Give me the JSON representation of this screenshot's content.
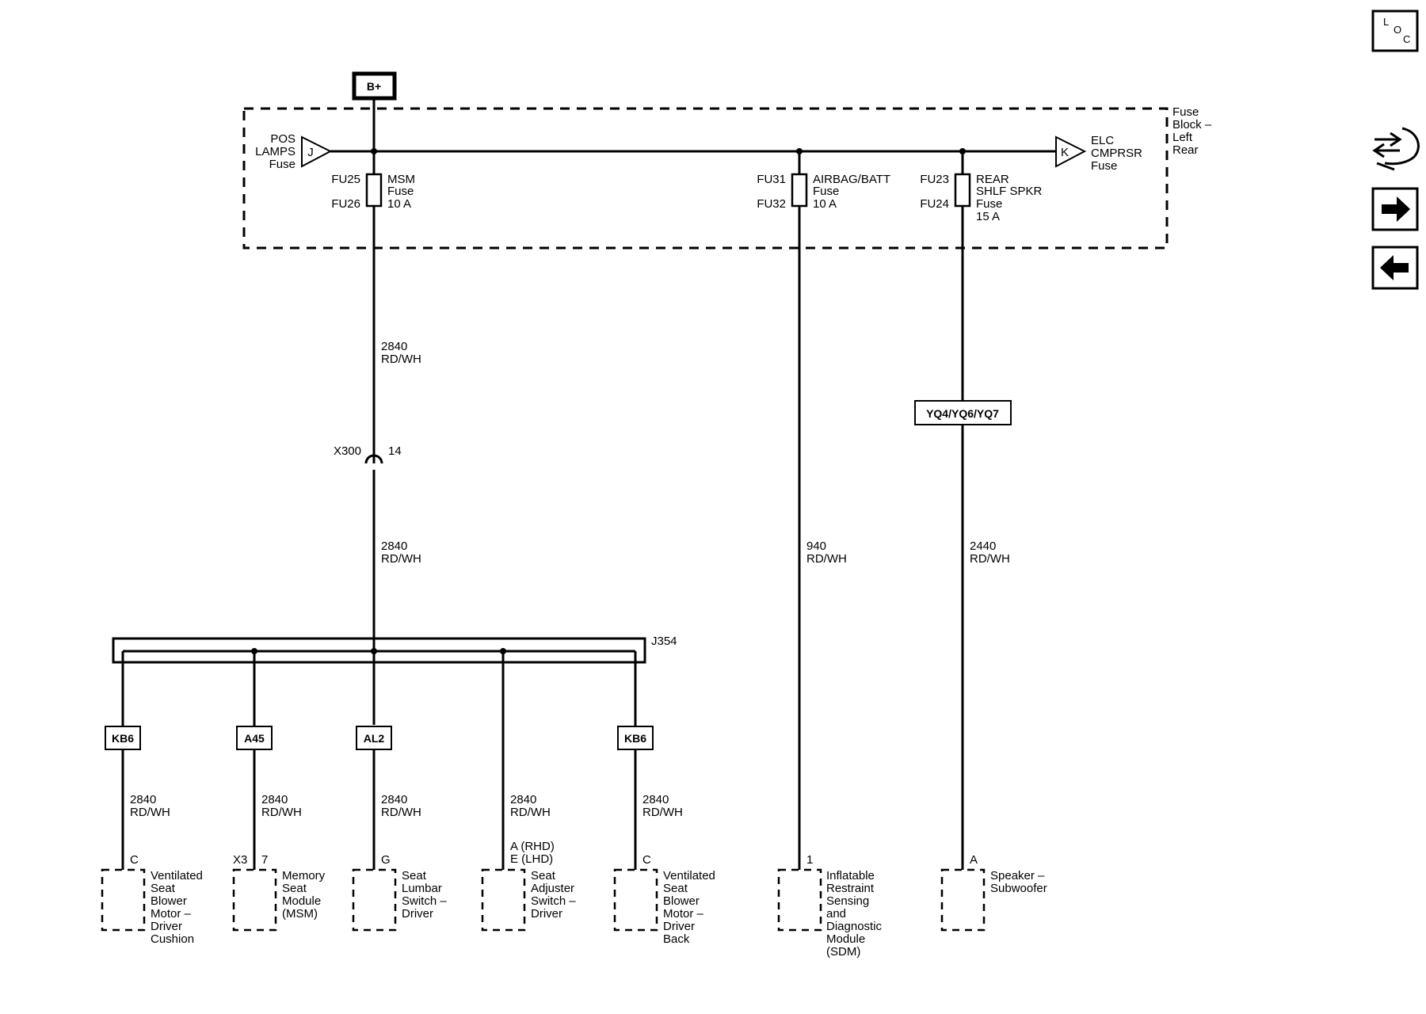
{
  "power": {
    "label": "B+"
  },
  "fuse_block": {
    "line1": "Fuse",
    "line2": "Block –",
    "line3": "Left",
    "line4": "Rear"
  },
  "pos_lamps": {
    "l1": "POS",
    "l2": "LAMPS",
    "l3": "Fuse",
    "conn": "J"
  },
  "elc_cmprsr": {
    "l1": "ELC",
    "l2": "CMPRSR",
    "l3": "Fuse",
    "conn": "K"
  },
  "fuse_msm": {
    "ref_top": "FU25",
    "ref_bot": "FU26",
    "l1": "MSM",
    "l2": "Fuse",
    "l3": "10 A"
  },
  "fuse_airbag": {
    "ref_top": "FU31",
    "ref_bot": "FU32",
    "l1": "AIRBAG/BATT",
    "l2": "Fuse",
    "l3": "10 A"
  },
  "fuse_rear": {
    "ref_top": "FU23",
    "ref_bot": "FU24",
    "l1": "REAR",
    "l2": "SHLF SPKR",
    "l3": "Fuse",
    "l4": "15 A"
  },
  "wires": {
    "w1": {
      "circuit": "2840",
      "color": "RD/WH"
    },
    "w2": {
      "circuit": "2840",
      "color": "RD/WH"
    },
    "w_airbag": {
      "circuit": "940",
      "color": "RD/WH"
    },
    "w_rear": {
      "circuit": "2440",
      "color": "RD/WH"
    },
    "b1": {
      "circuit": "2840",
      "color": "RD/WH"
    },
    "b2": {
      "circuit": "2840",
      "color": "RD/WH"
    },
    "b3": {
      "circuit": "2840",
      "color": "RD/WH"
    },
    "b4": {
      "circuit": "2840",
      "color": "RD/WH"
    },
    "b5": {
      "circuit": "2840",
      "color": "RD/WH"
    }
  },
  "connector_x300": {
    "name": "X300",
    "pin": "14"
  },
  "rpo_yq": {
    "label": "YQ4/YQ6/YQ7"
  },
  "splice": {
    "label": "J354"
  },
  "rpo": {
    "kb6a": "KB6",
    "a45": "A45",
    "al2": "AL2",
    "kb6b": "KB6"
  },
  "components": {
    "c1": {
      "pin": "C",
      "l1": "Ventilated",
      "l2": "Seat",
      "l3": "Blower",
      "l4": "Motor –",
      "l5": "Driver",
      "l6": "Cushion"
    },
    "c2": {
      "conn": "X3",
      "pin": "7",
      "l1": "Memory",
      "l2": "Seat",
      "l3": "Module",
      "l4": "(MSM)"
    },
    "c3": {
      "pin": "G",
      "l1": "Seat",
      "l2": "Lumbar",
      "l3": "Switch –",
      "l4": "Driver"
    },
    "c4": {
      "pin1": "A (RHD)",
      "pin2": "E (LHD)",
      "l1": "Seat",
      "l2": "Adjuster",
      "l3": "Switch –",
      "l4": "Driver"
    },
    "c5": {
      "pin": "C",
      "l1": "Ventilated",
      "l2": "Seat",
      "l3": "Blower",
      "l4": "Motor –",
      "l5": "Driver",
      "l6": "Back"
    },
    "c6": {
      "pin": "1",
      "l1": "Inflatable",
      "l2": "Restraint",
      "l3": "Sensing",
      "l4": "and",
      "l5": "Diagnostic",
      "l6": "Module",
      "l7": "(SDM)"
    },
    "c7": {
      "pin": "A",
      "l1": "Speaker –",
      "l2": "Subwoofer"
    }
  },
  "nav": {
    "loc_l": "L",
    "loc_o": "O",
    "loc_c": "C"
  },
  "icons": {
    "loc": "location-view-icon",
    "connector": "connector-tool-icon",
    "next": "arrow-right-icon",
    "prev": "arrow-left-icon"
  }
}
